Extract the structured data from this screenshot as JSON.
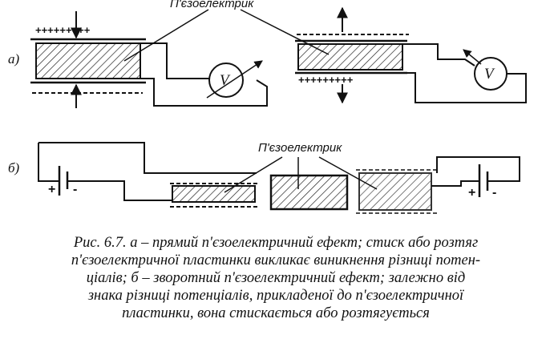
{
  "labels": {
    "part_a": "а)",
    "part_b": "б)",
    "piezo_top": "П'єзоелектрик",
    "piezo_bottom": "П'єзоелектрик",
    "voltmeter": "V"
  },
  "charges": {
    "plus_top_left": "+++++++++",
    "plus_bottom_right": "+++++++++",
    "battery_plus": "+",
    "battery_minus": "-"
  },
  "caption": {
    "line1": "Рис. 6.7. а – прямий п'єзоелектричний ефект; стиск або розтяг",
    "line2": "п'єзоелектричної пластинки викликає виникнення різниці потен-",
    "line3": "ціалів; б – зворотний п'єзоелектричний ефект; залежно від",
    "line4": "знака різниці потенціалів, прикладеної до п'єзоелектричної",
    "line5": "пластинки, вона стискається або розтягується"
  }
}
